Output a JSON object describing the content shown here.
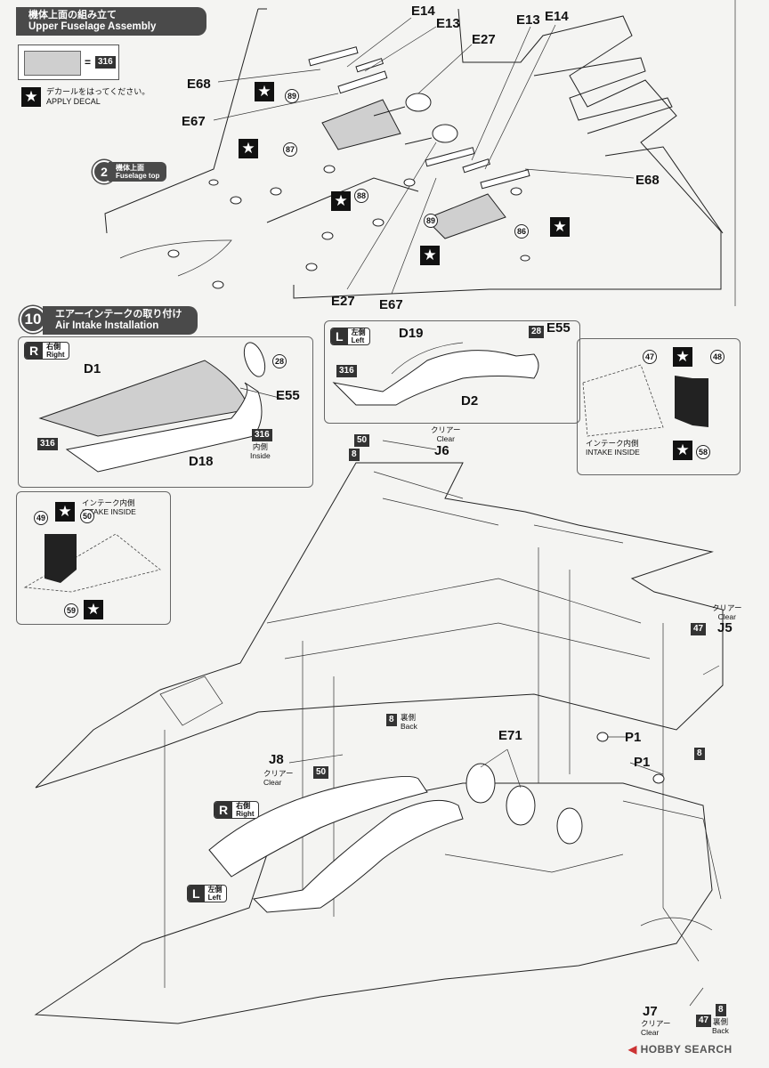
{
  "step9": {
    "title_jp": "機体上面の組み立て",
    "title_en": "Upper Fuselage Assembly",
    "color_ref": "316",
    "decal_jp": "デカールをはってください。",
    "decal_en": "APPLY DECAL",
    "sub_num": "2",
    "sub_jp": "機体上面",
    "sub_en": "Fuselage top",
    "parts": {
      "e14a": "E14",
      "e13a": "E13",
      "e27a": "E27",
      "e13b": "E13",
      "e14b": "E14",
      "e68a": "E68",
      "e67a": "E67",
      "e68b": "E68",
      "e27b": "E27",
      "e67b": "E67"
    },
    "decals": {
      "d89a": "89",
      "d87": "87",
      "d88": "88",
      "d89b": "89",
      "d86": "86"
    }
  },
  "step10": {
    "num": "10",
    "title_jp": "エアーインテークの取り付け",
    "title_en": "Air Intake Installation",
    "right_jp": "右側",
    "right_en": "Right",
    "left_jp": "左側",
    "left_en": "Left",
    "parts": {
      "d1": "D1",
      "e55a": "E55",
      "d18": "D18",
      "d19": "D19",
      "d2": "D2",
      "e55b": "E55"
    },
    "c316a": "316",
    "c316b": "316",
    "c316c": "316",
    "c28a": "28",
    "c28b": "28",
    "inside_jp": "内側",
    "inside_en": "Inside",
    "intake_jp": "インテーク内側",
    "intake_en": "INTAKE INSIDE",
    "intake2_jp": "インテーク内側",
    "intake2_en": "INTAKE INSIDE",
    "d47": "47",
    "d48": "48",
    "d58": "58",
    "d49": "49",
    "d50": "50",
    "d59": "59"
  },
  "main": {
    "j6": "J6",
    "c50a": "50",
    "c8a": "8",
    "clear_jp_a": "クリアー",
    "clear_en_a": "Clear",
    "j5": "J5",
    "c47a": "47",
    "c8b": "8",
    "clear_jp_b": "クリアー",
    "clear_en_b": "Clear",
    "e71": "E71",
    "p1a": "P1",
    "p1b": "P1",
    "j8": "J8",
    "c50b": "50",
    "c8c": "8",
    "back_jp_a": "裏側",
    "back_en_a": "Back",
    "clear_jp_c": "クリアー",
    "clear_en_c": "Clear",
    "right_jp": "右側",
    "right_en": "Right",
    "left_jp": "左側",
    "left_en": "Left",
    "j7": "J7",
    "c47b": "47",
    "c8d": "8",
    "back_jp_b": "裏側",
    "back_en_b": "Back",
    "clear_jp_d": "クリアー",
    "clear_en_d": "Clear"
  },
  "watermark": "HOBBY SEARCH",
  "colors": {
    "dark": "#4a4a4a",
    "grey_fill": "#cfcfcf",
    "paper": "#f4f4f2"
  }
}
